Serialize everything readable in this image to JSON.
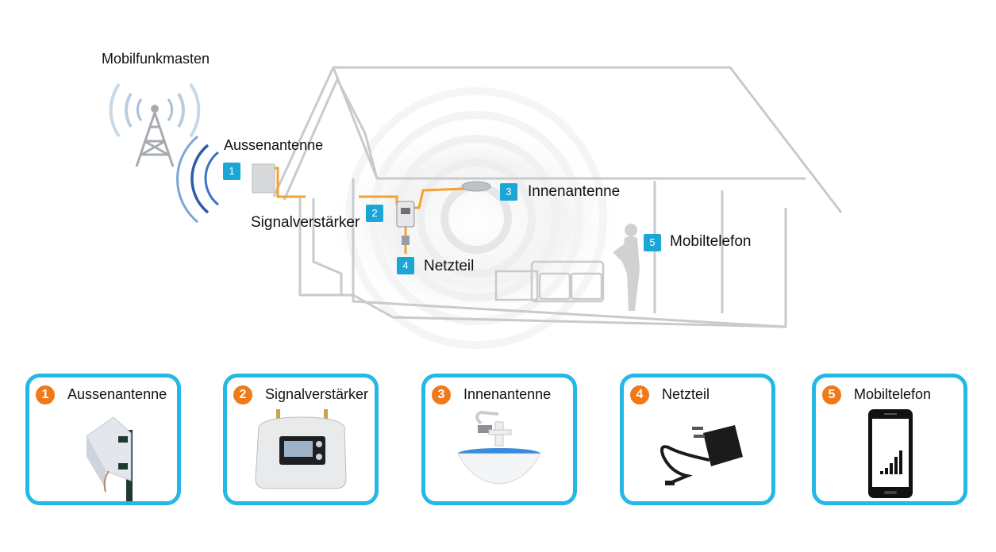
{
  "diagram": {
    "tower_label": "Mobilfunkmasten",
    "callouts": [
      {
        "num": "1",
        "label": "Aussenantenne"
      },
      {
        "num": "2",
        "label": "Signalverstärker"
      },
      {
        "num": "3",
        "label": "Innenantenne"
      },
      {
        "num": "4",
        "label": "Netzteil"
      },
      {
        "num": "5",
        "label": "Mobiltelefon"
      }
    ]
  },
  "cards": [
    {
      "num": "1",
      "label": "Aussenantenne",
      "icon": "panel-antenna-icon"
    },
    {
      "num": "2",
      "label": "Signalverstärker",
      "icon": "signal-booster-icon"
    },
    {
      "num": "3",
      "label": "Innenantenne",
      "icon": "ceiling-antenna-icon"
    },
    {
      "num": "4",
      "label": "Netzteil",
      "icon": "power-adapter-icon"
    },
    {
      "num": "5",
      "label": "Mobiltelefon",
      "icon": "smartphone-icon"
    }
  ],
  "colors": {
    "accent": "#25b7e6",
    "callout": "#1aa7d8",
    "badge": "#f0791a",
    "cable": "#f3a233",
    "house": "#c8cacc"
  }
}
